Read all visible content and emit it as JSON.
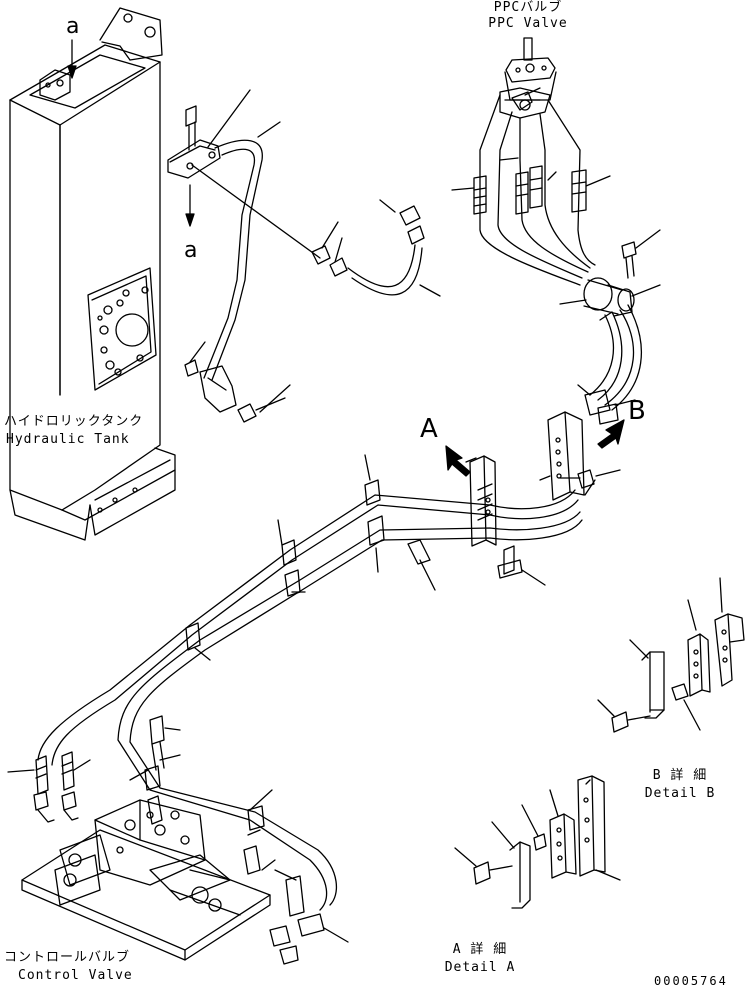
{
  "labels": {
    "ppc_jp": "PPCバルブ",
    "ppc_en": "PPC Valve",
    "tank_jp": "ハイドロリックタンク",
    "tank_en": "Hydraulic Tank",
    "control_jp": "コントロールバルブ",
    "control_en": "Control Valve",
    "detail_b_jp": "B 詳 細",
    "detail_b_en": "Detail B",
    "detail_a_jp": "A 詳 細",
    "detail_a_en": "Detail A",
    "view_a": "A",
    "view_b": "B",
    "ref_a_top": "a",
    "ref_a_mid": "a",
    "serial": "00005764"
  },
  "colors": {
    "ink": "#000000",
    "paper": "#ffffff"
  }
}
